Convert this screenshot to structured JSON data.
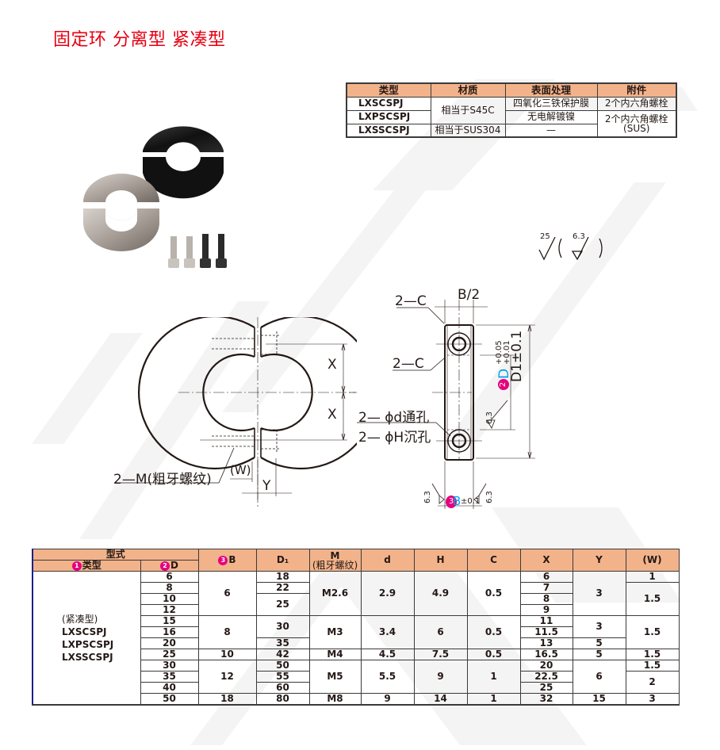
{
  "page": {
    "title": "固定环 分离型 紧凑型"
  },
  "material_table": {
    "headers": [
      "类型",
      "材质",
      "表面处理",
      "附件"
    ],
    "rows": [
      {
        "type": "LXSCSPJ",
        "material": "相当于S45C",
        "surface": "四氧化三铁保护膜",
        "accessory": "2个内六角螺栓"
      },
      {
        "type": "LXPSCSPJ",
        "material": "相当于S45C",
        "surface": "无电解镀镍",
        "accessory": "2个内六角螺栓(SUS)"
      },
      {
        "type": "LXSSCSPJ",
        "material": "相当于SUS304",
        "surface": "—",
        "accessory": "2个内六角螺栓(SUS)"
      }
    ],
    "material_merged": "相当于S45C",
    "material_sus": "相当于SUS304",
    "accessory_1": "2个内六角螺栓",
    "accessory_2_line1": "2个内六角螺栓",
    "accessory_2_line2": "(SUS)"
  },
  "roughness": {
    "general": "25",
    "specific": "6.3"
  },
  "front_view": {
    "labels": {
      "x_upper": "X",
      "x_lower": "X",
      "thread": "2—M(粗牙螺纹)",
      "w": "(W)",
      "y": "Y"
    }
  },
  "side_view": {
    "labels": {
      "chamfer_top": "2—C",
      "half_width": "B/2",
      "chamfer_mid": "2—C",
      "through_hole": "2— ϕd通孔",
      "counterbore": "2— ϕH沉孔",
      "d1_tol": "D1±0.1",
      "d_badge": "2",
      "d_label": "D",
      "d_tol_upper": "+0.05",
      "d_tol_lower": "+0.01",
      "roughness_d": "6.3",
      "b_badge": "3",
      "b_label": "B",
      "b_tol": "±0.1",
      "roughness_b_left": "6.3",
      "roughness_b_right": "6.3"
    }
  },
  "spec_table": {
    "header": {
      "group": "型式",
      "type_badge": "1",
      "type": "类型",
      "d_badge": "2",
      "d": "D",
      "b_badge": "3",
      "b": "B",
      "d1": "D₁",
      "m_line1": "M",
      "m_line2": "(粗牙螺纹)",
      "d_small": "d",
      "h": "H",
      "c": "C",
      "x": "X",
      "y": "Y",
      "w": "(W)"
    },
    "type_cell": {
      "line1": "(紧凑型)",
      "line2": "LXSCSPJ",
      "line3": "LXPSCSPJ",
      "line4": "LXSSCSPJ"
    },
    "groups": [
      {
        "D": [
          "6",
          "8",
          "10",
          "12"
        ],
        "B": "6",
        "D1": [
          "18",
          "22",
          "25"
        ],
        "M": "M2.6",
        "d": "2.9",
        "H": "4.9",
        "C": "0.5",
        "X": [
          "6",
          "7",
          "8",
          "9"
        ],
        "Y": [
          "3"
        ],
        "W": [
          "1",
          "1.5"
        ]
      },
      {
        "D": [
          "15",
          "16",
          "20"
        ],
        "B": "8",
        "D1": [
          "30",
          "35"
        ],
        "M": "M3",
        "d": "3.4",
        "H": "6",
        "C": "0.5",
        "X": [
          "11",
          "11.5",
          "13"
        ],
        "Y": [
          "3",
          "5"
        ],
        "W": [
          "1.5"
        ]
      },
      {
        "D": [
          "25"
        ],
        "B": "10",
        "D1": [
          "42"
        ],
        "M": "M4",
        "d": "4.5",
        "H": "7.5",
        "C": "0.5",
        "X": [
          "16.5"
        ],
        "Y": [
          "5"
        ],
        "W": [
          "1.5"
        ]
      },
      {
        "D": [
          "30",
          "35",
          "40"
        ],
        "B": "12",
        "D1": [
          "50",
          "55",
          "60"
        ],
        "M": "M5",
        "d": "5.5",
        "H": "9",
        "C": "1",
        "X": [
          "20",
          "22.5",
          "25"
        ],
        "Y": [
          "6"
        ],
        "W": [
          "1.5",
          "2"
        ]
      },
      {
        "D": [
          "50"
        ],
        "B": "18",
        "D1": [
          "80"
        ],
        "M": "M8",
        "d": "9",
        "H": "14",
        "C": "1",
        "X": [
          "32"
        ],
        "Y": [
          "15"
        ],
        "W": [
          "3"
        ]
      }
    ]
  },
  "colors": {
    "title_red": "#e60012",
    "header_orange": "#f3b38a",
    "badge_magenta": "#e4007f",
    "dim_blue": "#00a0e9",
    "left_rule_blue": "#1d2088"
  }
}
